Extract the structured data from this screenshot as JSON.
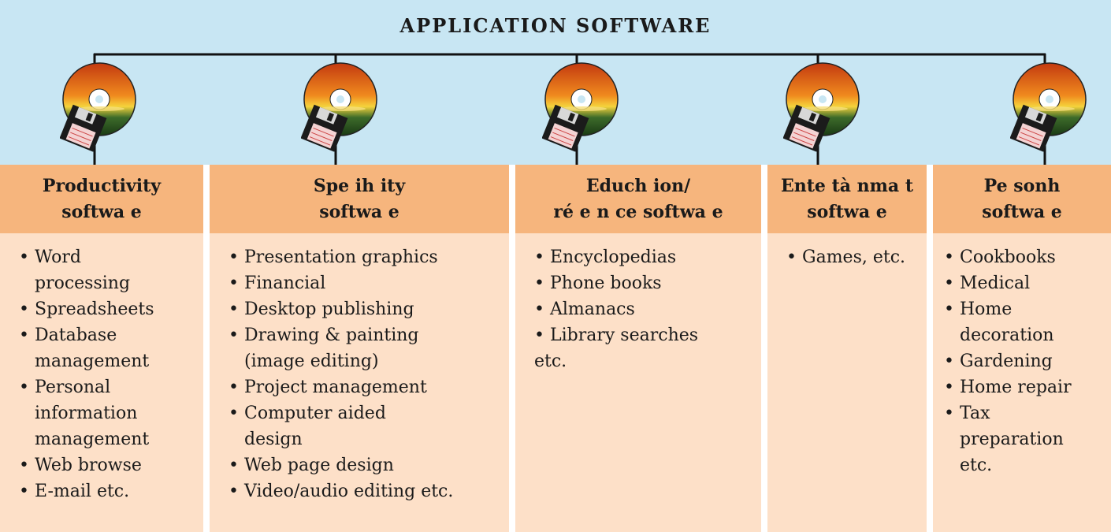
{
  "title": "APPLICATION SOFTWARE",
  "colors": {
    "band": "#c8e6f3",
    "header": "#f6b57d",
    "body": "#fde0c8"
  },
  "icon": "cd-and-floppy-disk-icon",
  "columns": [
    {
      "heading_line1": "Productivity",
      "heading_line2": "softwa e",
      "items": [
        "Word",
        "processing",
        "Spreadsheets",
        "Database",
        "management",
        "Personal",
        "information",
        "management",
        "Web browse",
        "E-mail etc."
      ]
    },
    {
      "heading_line1": "Spe ih ity",
      "heading_line2": "softwa e",
      "items": [
        "Presentation graphics",
        "Financial",
        "Desktop publishing",
        "Drawing & painting",
        "(image editing)",
        "Project management",
        "Computer aided",
        "design",
        "Web page design",
        "Video/audio editing etc."
      ]
    },
    {
      "heading_line1": "Educh ion/",
      "heading_line2": "ré e n ce softwa e",
      "items": [
        "Encyclopedias",
        "Phone books",
        "Almanacs",
        "Library searches",
        "etc."
      ]
    },
    {
      "heading_line1": "Ente tà nma t",
      "heading_line2": "softwa e",
      "items": [
        "Games, etc."
      ]
    },
    {
      "heading_line1": "Pe sonh",
      "heading_line2": "softwa e",
      "items": [
        "Cookbooks",
        "Medical",
        "Home",
        "decoration",
        "Gardening",
        "Home repair",
        "Tax",
        "preparation",
        "etc."
      ]
    }
  ]
}
